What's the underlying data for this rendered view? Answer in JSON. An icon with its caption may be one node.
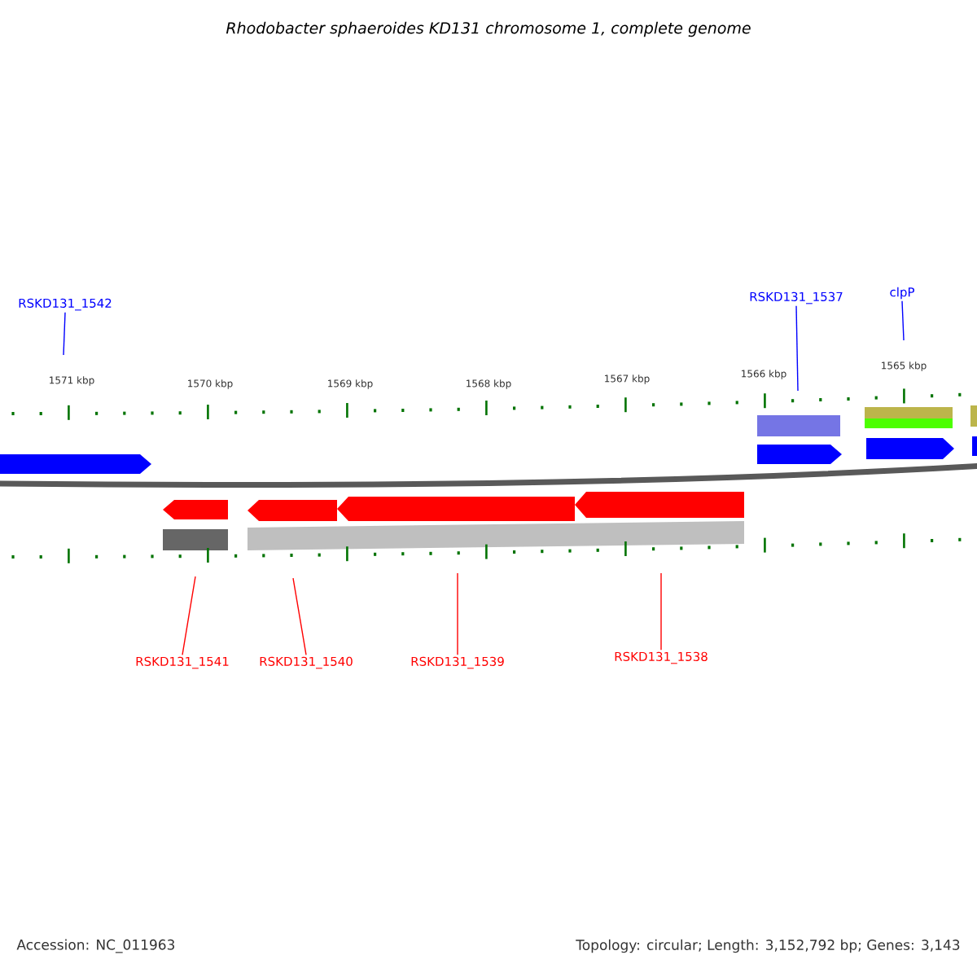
{
  "diagram": {
    "title": "Rhodobacter sphaeroides KD131 chromosome 1, complete genome",
    "nodes": [
      {
        "text": [
          "RSKD131_1542"
        ]
      },
      {
        "text": [
          "RSKD131_1537"
        ]
      },
      {
        "text": [
          "clpP"
        ]
      },
      {
        "text": [
          "RSKD131_1541"
        ]
      },
      {
        "text": [
          "RSKD131_1540"
        ]
      },
      {
        "text": [
          "RSKD131_1539"
        ]
      },
      {
        "text": [
          "RSKD131_1538"
        ]
      }
    ],
    "edges": [
      {
        "from": 0,
        "to": null,
        "arrow": "none",
        "color": "#0000ff"
      },
      {
        "from": 1,
        "to": null,
        "arrow": "none",
        "color": "#0000ff"
      },
      {
        "from": 2,
        "to": null,
        "arrow": "none",
        "color": "#0000ff"
      },
      {
        "from": 3,
        "to": null,
        "arrow": "none"
      },
      {
        "from": 4,
        "to": null,
        "arrow": "none"
      },
      {
        "from": 5,
        "to": null,
        "arrow": "none"
      },
      {
        "from": 6,
        "to": null,
        "arrow": "none"
      }
    ],
    "labels": [
      "1571 kbp",
      "1570 kbp",
      "1569 kbp",
      "1568 kbp",
      "1567 kbp",
      "1566 kbp",
      "1565 kbp",
      "Accession: NC_011963",
      "Topology: circular; Length: 3,152,792 bp; Genes: 3,143"
    ]
  }
}
